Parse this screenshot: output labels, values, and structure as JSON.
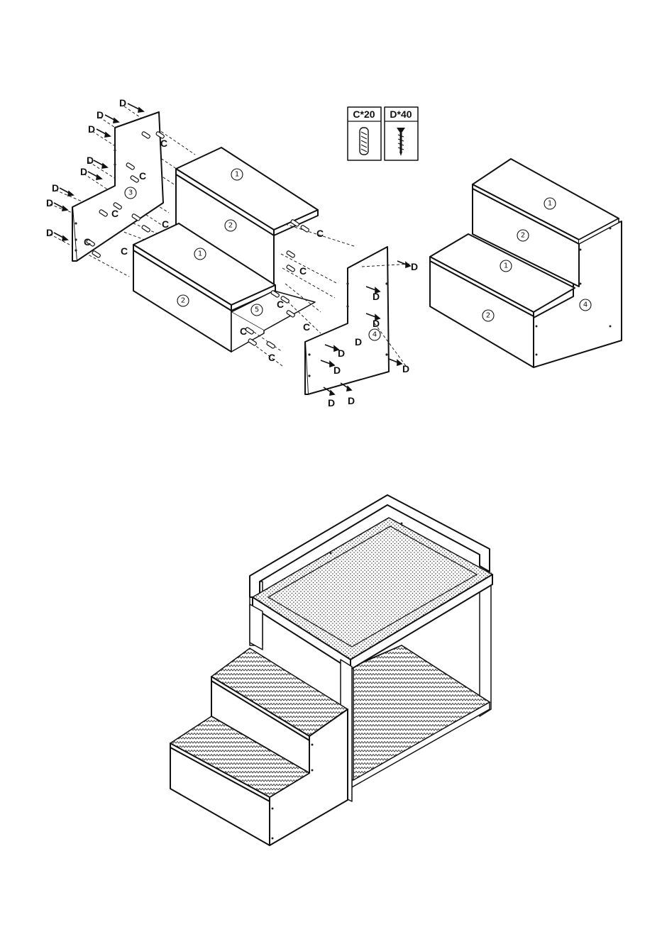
{
  "hardware_key": [
    {
      "code": "C*20",
      "icon": "dowel-icon"
    },
    {
      "code": "D*40",
      "icon": "screw-icon"
    }
  ],
  "fastener_letters": {
    "dowel": "C",
    "screw": "D"
  },
  "part_numbers": {
    "p1": "1",
    "p2": "2",
    "p3": "3",
    "p4": "4",
    "p5": "5"
  },
  "colors": {
    "line": "#111111",
    "background": "#ffffff"
  }
}
